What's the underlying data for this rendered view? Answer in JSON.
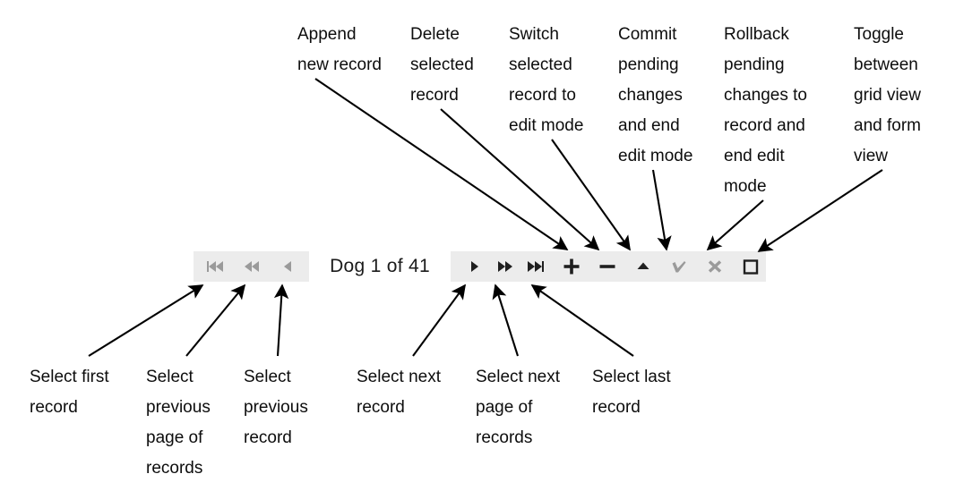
{
  "toolbar": {
    "name": "record-navigator",
    "record_label": "Dog 1 of 41",
    "record_entity": "Dog",
    "record_current": 1,
    "record_total": 41,
    "background_color": "#ececec",
    "label_background_color": "#ffffff",
    "enabled_icon_color": "#1f1f1f",
    "disabled_icon_color": "#9a9a9a",
    "buttons": [
      {
        "name": "first-record-button",
        "icon": "skip-to-start-icon",
        "enabled": false
      },
      {
        "name": "previous-page-button",
        "icon": "rewind-icon",
        "enabled": false
      },
      {
        "name": "previous-record-button",
        "icon": "play-back-icon",
        "enabled": false
      },
      {
        "name": "next-record-button",
        "icon": "play-forward-icon",
        "enabled": true
      },
      {
        "name": "next-page-button",
        "icon": "fast-forward-icon",
        "enabled": true
      },
      {
        "name": "last-record-button",
        "icon": "skip-to-end-icon",
        "enabled": true
      },
      {
        "name": "append-record-button",
        "icon": "plus-icon",
        "enabled": true
      },
      {
        "name": "delete-record-button",
        "icon": "minus-icon",
        "enabled": true
      },
      {
        "name": "edit-record-button",
        "icon": "triangle-up-icon",
        "enabled": true
      },
      {
        "name": "commit-changes-button",
        "icon": "check-icon",
        "enabled": false
      },
      {
        "name": "rollback-changes-button",
        "icon": "cross-icon",
        "enabled": false
      },
      {
        "name": "toggle-view-button",
        "icon": "square-outline-icon",
        "enabled": true
      }
    ]
  },
  "annotations": {
    "top": [
      {
        "name": "annotation-append-new-record",
        "text": "Append\nnew record"
      },
      {
        "name": "annotation-delete-selected",
        "text": "Delete\nselected\nrecord"
      },
      {
        "name": "annotation-switch-edit-mode",
        "text": "Switch\nselected\nrecord to\nedit mode"
      },
      {
        "name": "annotation-commit-changes",
        "text": "Commit\npending\nchanges\nand end\nedit mode"
      },
      {
        "name": "annotation-rollback-changes",
        "text": "Rollback\npending\nchanges to\nrecord and\nend edit\nmode"
      },
      {
        "name": "annotation-toggle-view",
        "text": "Toggle\nbetween\ngrid view\nand form\nview"
      }
    ],
    "bottom": [
      {
        "name": "annotation-select-first-record",
        "text": "Select first\nrecord"
      },
      {
        "name": "annotation-select-previous-page",
        "text": "Select\nprevious\npage of\nrecords"
      },
      {
        "name": "annotation-select-previous-record",
        "text": "Select\nprevious\nrecord"
      },
      {
        "name": "annotation-select-next-record",
        "text": "Select next\nrecord"
      },
      {
        "name": "annotation-select-next-page",
        "text": "Select next\npage of\nrecords"
      },
      {
        "name": "annotation-select-last-record",
        "text": "Select last\nrecord"
      }
    ]
  }
}
